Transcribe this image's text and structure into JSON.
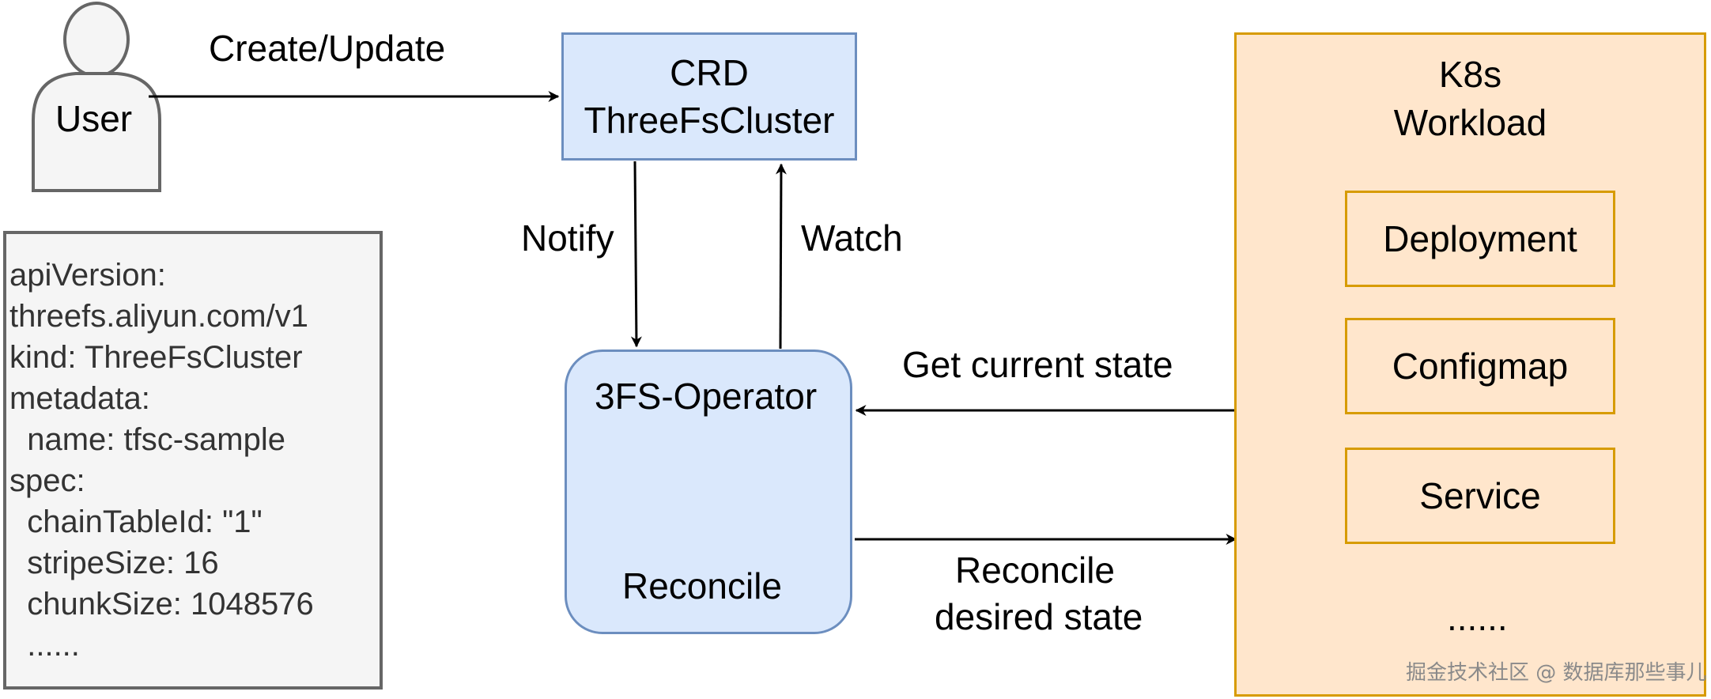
{
  "user": {
    "label": "User"
  },
  "crd": {
    "line1": "CRD",
    "line2": "ThreeFsCluster"
  },
  "operator": {
    "title": "3FS-Operator",
    "reconcile_label": "Reconcile",
    "loop_icon": "refresh-loop-icon"
  },
  "edges": {
    "create_update": "Create/Update",
    "notify": "Notify",
    "watch": "Watch",
    "get_current_state": "Get current state",
    "reconcile_desired_line1": "Reconcile",
    "reconcile_desired_line2": "desired state"
  },
  "yaml": {
    "lines": [
      "apiVersion:",
      "threefs.aliyun.com/v1",
      "kind: ThreeFsCluster",
      "metadata:",
      "  name: tfsc-sample",
      "spec:",
      "  chainTableId: \"1\"",
      "  stripeSize: 16",
      "  chunkSize: 1048576",
      "  ......"
    ]
  },
  "k8s": {
    "title_line1": "K8s",
    "title_line2": "Workload",
    "resources": [
      "Deployment",
      "Configmap",
      "Service"
    ],
    "more": "......"
  },
  "watermark": "掘金技术社区 @ 数据库那些事儿",
  "colors": {
    "blue_fill": "#dae8fc",
    "blue_stroke": "#6c8ebf",
    "orange_fill": "#ffe6cc",
    "orange_stroke": "#d79b00",
    "gray_fill": "#f5f5f5",
    "gray_stroke": "#666666"
  }
}
